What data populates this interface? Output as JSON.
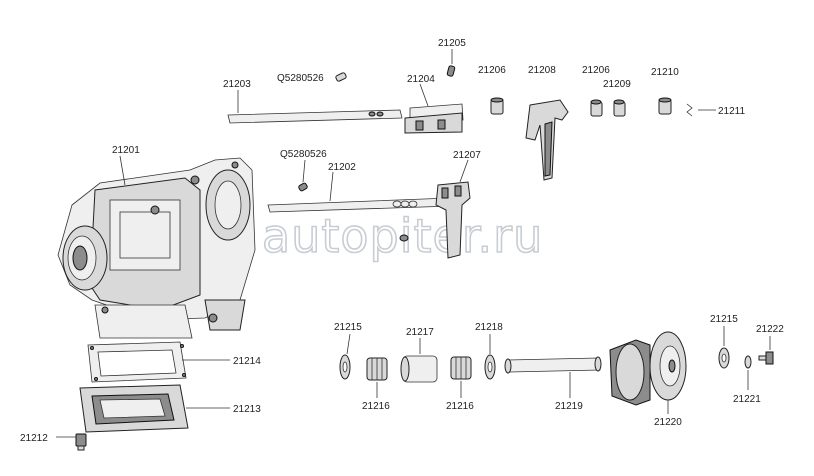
{
  "watermark": "autopiter.ru",
  "labels": {
    "p21201": "21201",
    "p21202": "21202",
    "p21203": "21203",
    "p21204": "21204",
    "p21205": "21205",
    "p21206a": "21206",
    "p21206b": "21206",
    "p21207": "21207",
    "p21208": "21208",
    "p21209": "21209",
    "p21210": "21210",
    "p21211": "21211",
    "p21212": "21212",
    "p21213": "21213",
    "p21214": "21214",
    "p21215a": "21215",
    "p21215b": "21215",
    "p21216a": "21216",
    "p21216b": "21216",
    "p21217": "21217",
    "p21218": "21218",
    "p21219": "21219",
    "p21220": "21220",
    "p21221": "21221",
    "p21222": "21222",
    "q1": "Q5280526",
    "q2": "Q5280526"
  }
}
